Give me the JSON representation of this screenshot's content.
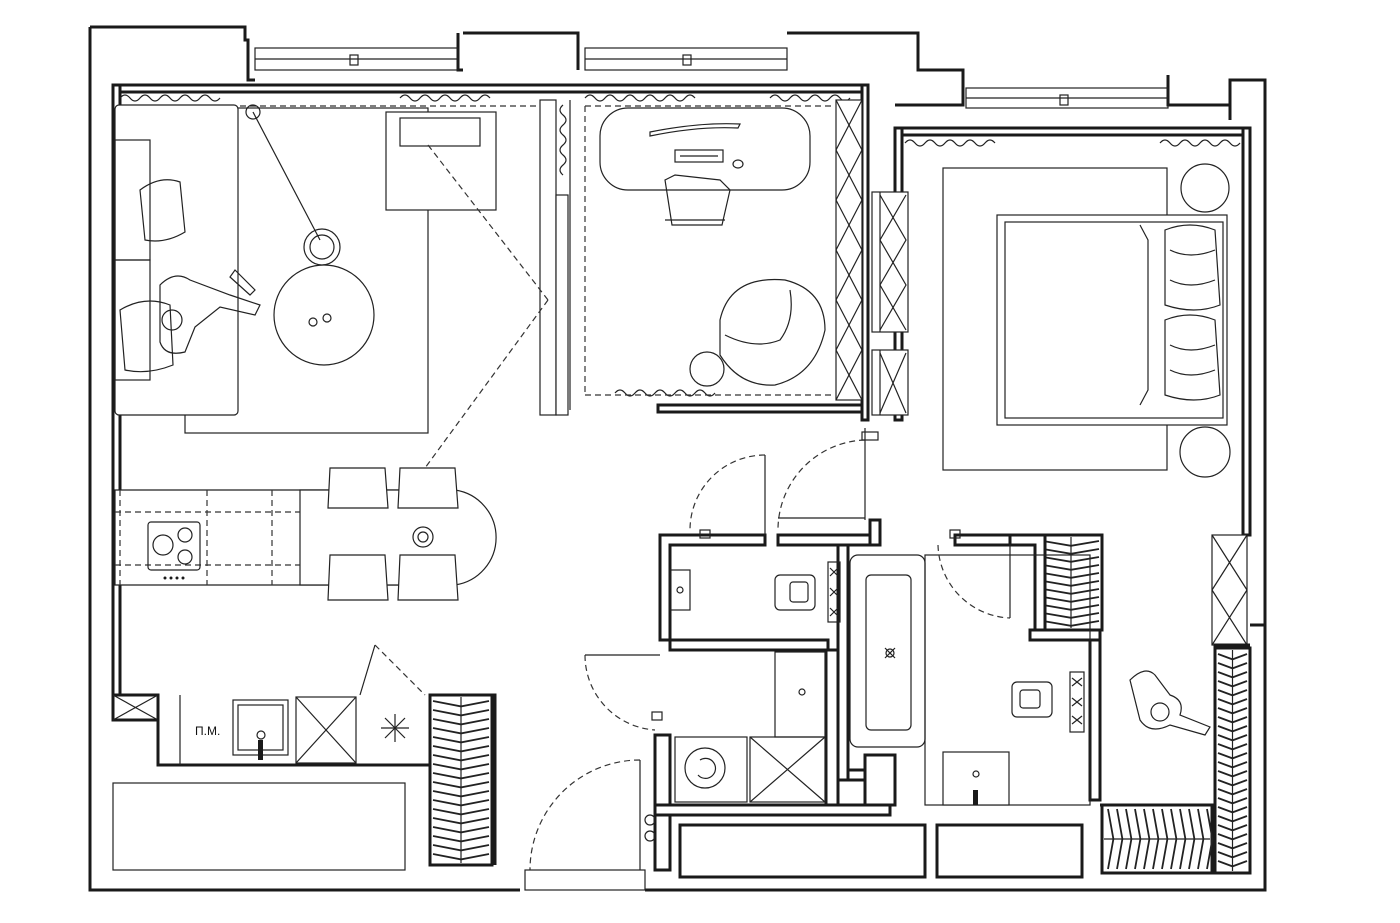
{
  "plan": {
    "meter_label": "П.М.",
    "colors": {
      "line": "#1a1a1a",
      "background": "#ffffff"
    },
    "rooms": [
      "living-room",
      "study",
      "bedroom",
      "kitchen",
      "hallway",
      "bathroom",
      "toilet",
      "laundry",
      "wardrobe"
    ]
  }
}
